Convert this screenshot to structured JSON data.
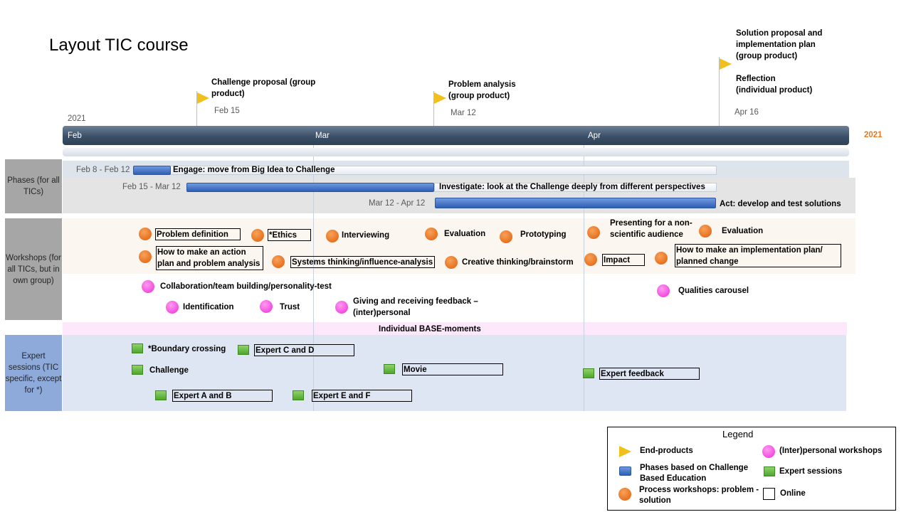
{
  "title": "Layout TIC course",
  "timeline": {
    "year_left": "2021",
    "year_right": "2021",
    "months": [
      "Feb",
      "Mar",
      "Apr"
    ]
  },
  "milestones": [
    {
      "label": "Challenge proposal (group\nproduct)",
      "date": "Feb 15"
    },
    {
      "label": "Problem analysis\n(group product)",
      "date": "Mar 12"
    },
    {
      "label": "Solution proposal and\nimplementation plan\n(group product)\n\nReflection\n(individual product)",
      "date": "Apr 16"
    }
  ],
  "sections": {
    "phases": "Phases (for all TICs)",
    "workshops": "Workshops (for all TICs, but in own group)",
    "experts": "Expert sessions (TIC specific, except for *)"
  },
  "phases": [
    {
      "dates": "Feb 8 - Feb 12",
      "label": "Engage:  move from Big Idea to Challenge"
    },
    {
      "dates": "Feb 15 - Mar 12",
      "label": "Investigate: look at the Challenge deeply from different perspectives"
    },
    {
      "dates": "Mar 12 - Apr 12",
      "label": "Act: develop and test solutions"
    }
  ],
  "process_workshops": [
    "Problem definition",
    "*Ethics",
    "Interviewing",
    "Evaluation",
    "Prototyping",
    "Presenting for a non-\nscientific audience",
    "Evaluation",
    "How to make an action\nplan and problem analysis",
    "Systems thinking/influence-analysis",
    "Creative thinking/brainstorm",
    "Impact",
    "How to make an implementation plan/\nplanned change"
  ],
  "personal_workshops": [
    "Collaboration/team building/personality-test",
    "Qualities carousel",
    "Identification",
    "Trust",
    "Giving and receiving feedback –\n(inter)personal"
  ],
  "base_moments": "Individual BASE-moments",
  "expert_sessions": [
    "*Boundary crossing",
    "Expert C and D",
    "Challenge",
    "Movie",
    "Expert feedback",
    "Expert A and B",
    "Expert E and F"
  ],
  "legend": {
    "title": "Legend",
    "end_products": "End-products",
    "phases": "Phases based on Challenge\nBased Education",
    "process": "Process workshops: problem -\nsolution",
    "personal": "(Inter)personal workshops",
    "expert": "Expert sessions",
    "online": "Online"
  },
  "colors": {
    "timebar": "#3b4f66",
    "phase_bar": "#2f5fb5",
    "process_dot": "#e8711f",
    "personal_dot": "#f24de0",
    "expert_square": "#4ea62c",
    "flag": "#f2c01a",
    "year_right": "#e07b24"
  }
}
